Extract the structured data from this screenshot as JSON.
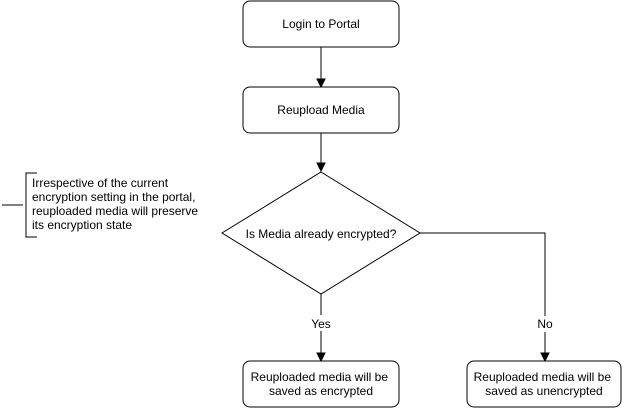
{
  "nodes": {
    "login": {
      "label": "Login to Portal"
    },
    "reupload": {
      "label": "Reupload Media"
    },
    "decision": {
      "label": "Is Media already encrypted?"
    },
    "encrypted": {
      "lines": [
        "Reuploaded media will be",
        "saved as encrypted"
      ]
    },
    "unencrypted": {
      "lines": [
        "Reuploaded media will be",
        "saved as unencrypted"
      ]
    }
  },
  "edges": {
    "yes_label": "Yes",
    "no_label": "No"
  },
  "annotation": {
    "lines": [
      "Irrespective of the current",
      "encryption setting in the portal,",
      "reuploaded media will preserve",
      "its encryption state"
    ]
  }
}
